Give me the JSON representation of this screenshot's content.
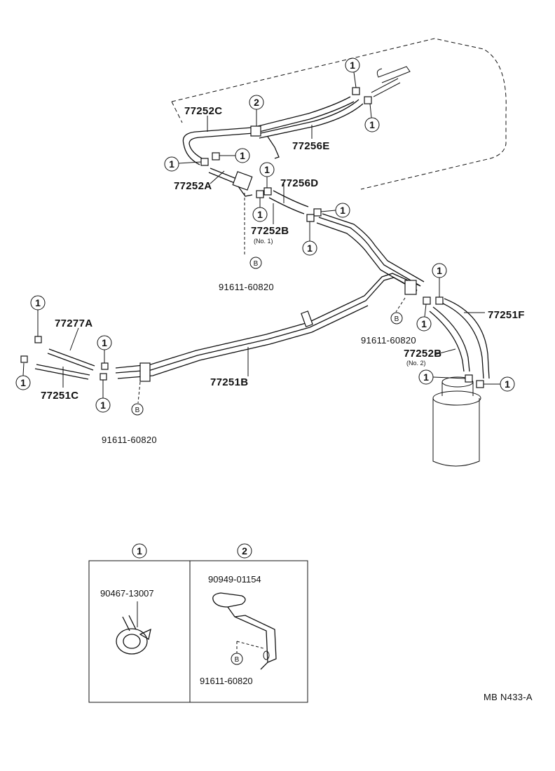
{
  "parts": {
    "p77252C": "77252C",
    "p77256E": "77256E",
    "p77252A": "77252A",
    "p77256D": "77256D",
    "p77252B_no1": "77252B",
    "no1": "(No. 1)",
    "p77277A": "77277A",
    "p77251C": "77251C",
    "p77251B": "77251B",
    "p77251F": "77251F",
    "p77252B_no2": "77252B",
    "no2": "(No. 2)",
    "bolt_a": "91611-60820",
    "bolt_b": "91611-60820",
    "bolt_c": "91611-60820"
  },
  "callouts": {
    "one": "1",
    "two": "2",
    "bolt": "B"
  },
  "legend": {
    "clamp_part": "90467-13007",
    "bracket_part": "90949-01154",
    "bracket_bolt": "91611-60820"
  },
  "diagram_code": "MB N433-A",
  "icons": [
    "hose-clamp-icon",
    "hose-bracket-icon",
    "bolt-marker-icon",
    "fuel-tank-outline",
    "charcoal-canister-icon"
  ]
}
